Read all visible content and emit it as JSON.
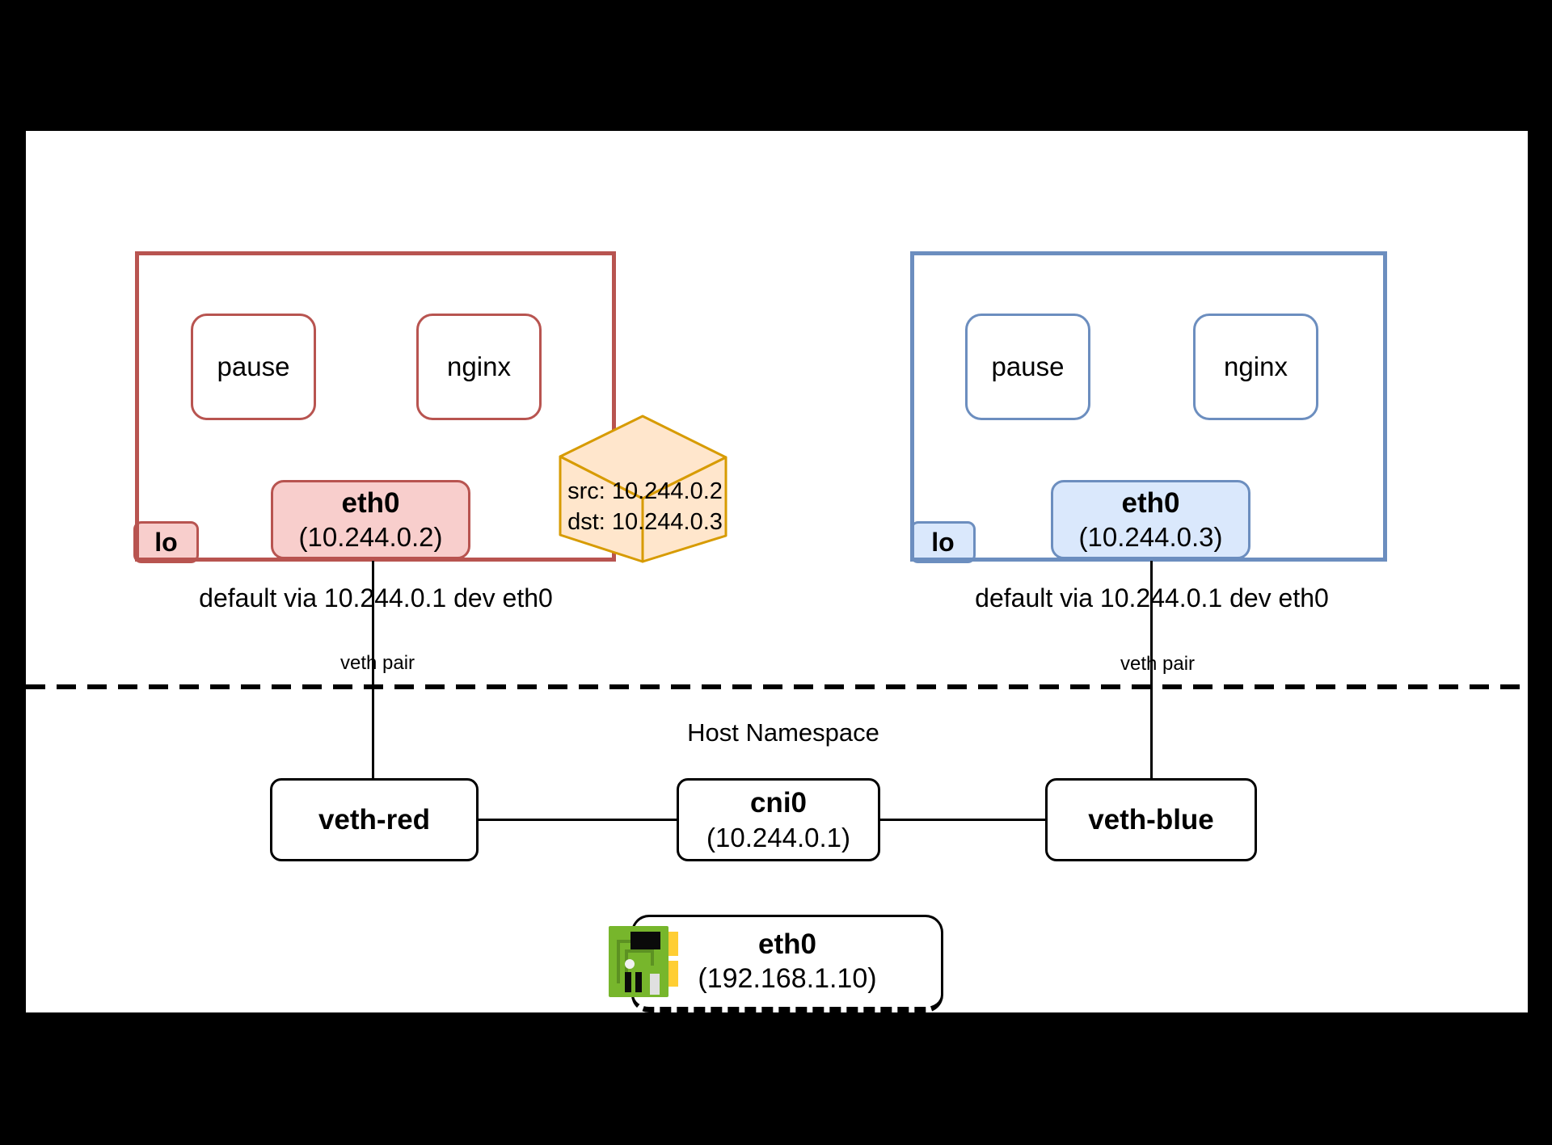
{
  "colors": {
    "background": "#000000",
    "canvas": "#ffffff",
    "red_border": "#B85450",
    "red_fill": "#F8CECC",
    "blue_border": "#6C8EBF",
    "blue_fill": "#DAE8FC",
    "orange_border": "#D79B00",
    "orange_fill": "#FFE6CC",
    "line": "#000000",
    "nic_green": "#77B62C",
    "nic_green_dark": "#5C9122",
    "nic_yellow": "#FFCE33"
  },
  "pod_red": {
    "containers": {
      "pause": "pause",
      "nginx": "nginx"
    },
    "lo": "lo",
    "eth0_name": "eth0",
    "eth0_ip": "(10.244.0.2)",
    "route": "default via 10.244.0.1 dev eth0",
    "veth_label": "veth pair"
  },
  "pod_blue": {
    "containers": {
      "pause": "pause",
      "nginx": "nginx"
    },
    "lo": "lo",
    "eth0_name": "eth0",
    "eth0_ip": "(10.244.0.3)",
    "route": "default via 10.244.0.1 dev eth0",
    "veth_label": "veth pair"
  },
  "packet": {
    "src": "src: 10.244.0.2",
    "dst": "dst: 10.244.0.3"
  },
  "host": {
    "namespace_label": "Host Namespace",
    "veth_red": "veth-red",
    "cni0_name": "cni0",
    "cni0_ip": "(10.244.0.1)",
    "veth_blue": "veth-blue",
    "eth0_name": "eth0",
    "eth0_ip": "(192.168.1.10)"
  }
}
